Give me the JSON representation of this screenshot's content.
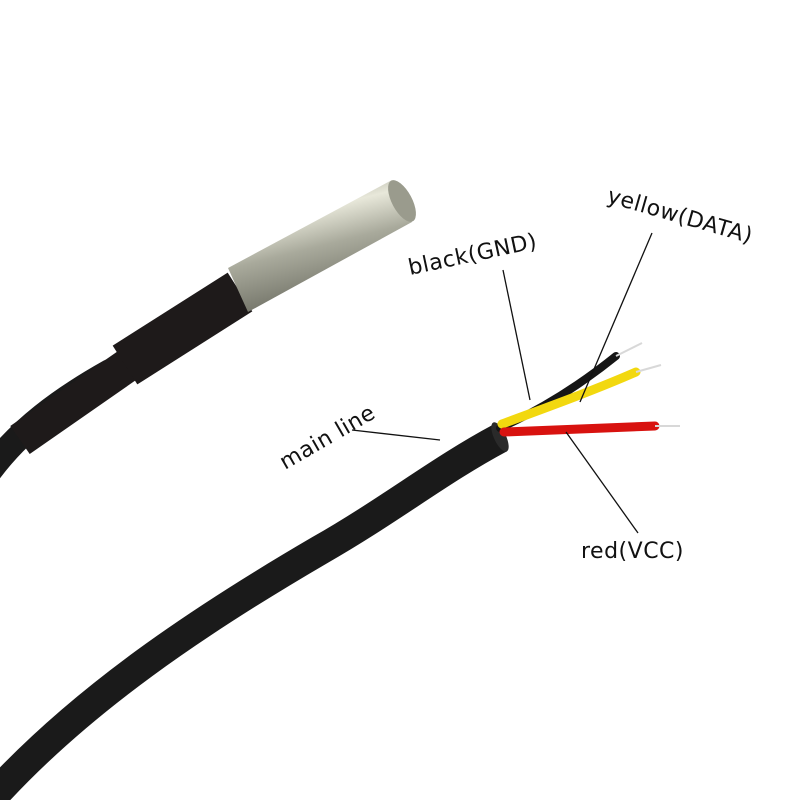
{
  "labels": {
    "black": "black(GND)",
    "yellow": "yellow(DATA)",
    "main": "main line",
    "red": "red(VCC)"
  },
  "colors": {
    "background": "#ffffff",
    "cable": "#1a1a1a",
    "heatshrink": "#1e1a1a",
    "probe_steel": "#b8b8a8",
    "wire_black": "#151515",
    "wire_yellow": "#f2d80f",
    "wire_red": "#d8120f",
    "copper_tip": "#d8d8d8",
    "leader_line": "#111111"
  },
  "components": [
    {
      "name": "stainless steel probe",
      "description": "metal sensor tube at upper left"
    },
    {
      "name": "heat shrink sleeve",
      "description": "black sleeve joining probe to cable"
    },
    {
      "name": "main cable",
      "description": "black sheathed cable"
    },
    {
      "name": "black wire",
      "function": "GND"
    },
    {
      "name": "yellow wire",
      "function": "DATA"
    },
    {
      "name": "red wire",
      "function": "VCC"
    }
  ]
}
